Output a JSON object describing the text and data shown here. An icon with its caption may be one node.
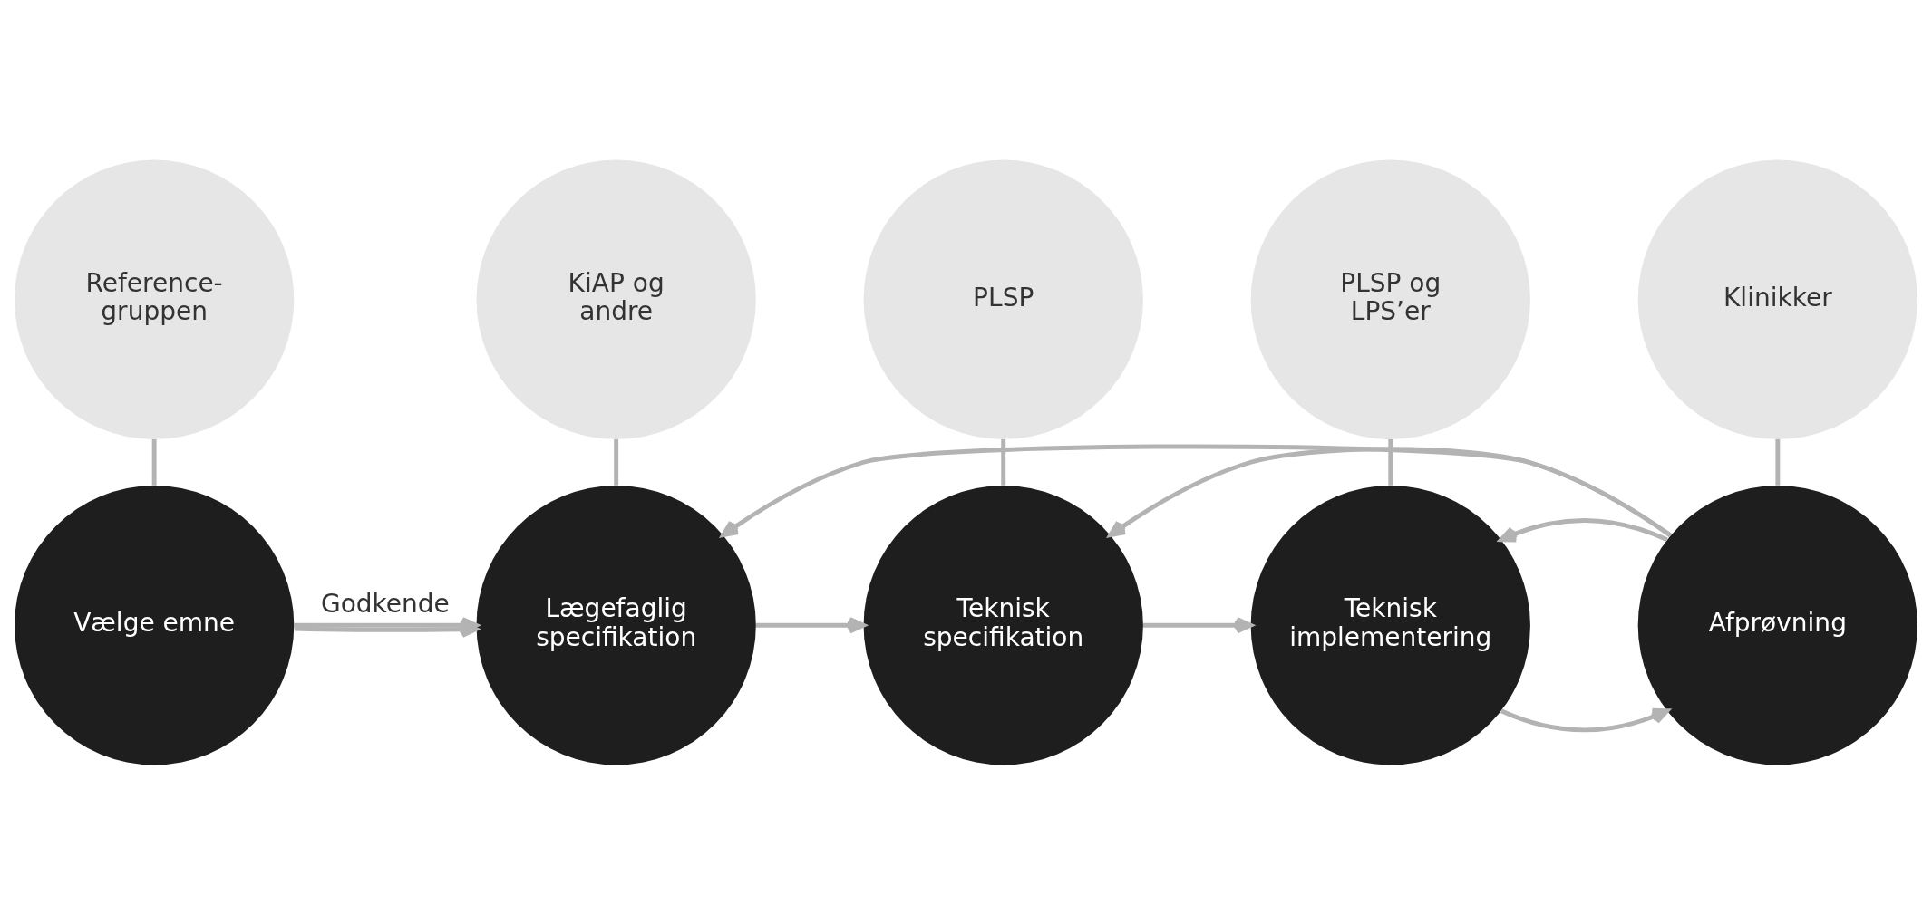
{
  "diagram": {
    "nodes": [
      {
        "text": [
          "Reference- gruppen"
        ]
      },
      {
        "text": [
          "KiAP og andre"
        ]
      },
      {
        "text": [
          "PLSP"
        ]
      },
      {
        "text": [
          "PLSP og LPS’er"
        ]
      },
      {
        "text": [
          "Klinikker"
        ]
      },
      {
        "text": [
          "Vælge emne"
        ]
      },
      {
        "text": [
          "Lægefaglig specifikation"
        ]
      },
      {
        "text": [
          "Teknisk specifikation"
        ]
      },
      {
        "text": [
          "Teknisk implementering"
        ]
      },
      {
        "text": [
          "Afprøvning"
        ]
      }
    ],
    "edges": [
      {
        "from": 0,
        "to": 5,
        "arrow": "none"
      },
      {
        "from": 1,
        "to": 6,
        "arrow": "none"
      },
      {
        "from": 2,
        "to": 7,
        "arrow": "none"
      },
      {
        "from": 3,
        "to": 8,
        "arrow": "none"
      },
      {
        "from": 4,
        "to": 9,
        "arrow": "none"
      },
      {
        "from": 5,
        "to": 6,
        "arrow": "to"
      },
      {
        "from": 6,
        "to": 7,
        "arrow": "to"
      },
      {
        "from": 7,
        "to": 8,
        "arrow": "to"
      },
      {
        "from": 8,
        "to": 9,
        "arrow": "to"
      },
      {
        "from": 5,
        "to": 6,
        "arrow": "to",
        "label": "Godkende"
      },
      {
        "from": 9,
        "to": 8,
        "arrow": "to"
      },
      {
        "from": 9,
        "to": 7,
        "arrow": "to"
      },
      {
        "from": 9,
        "to": 6,
        "arrow": "to"
      }
    ]
  }
}
